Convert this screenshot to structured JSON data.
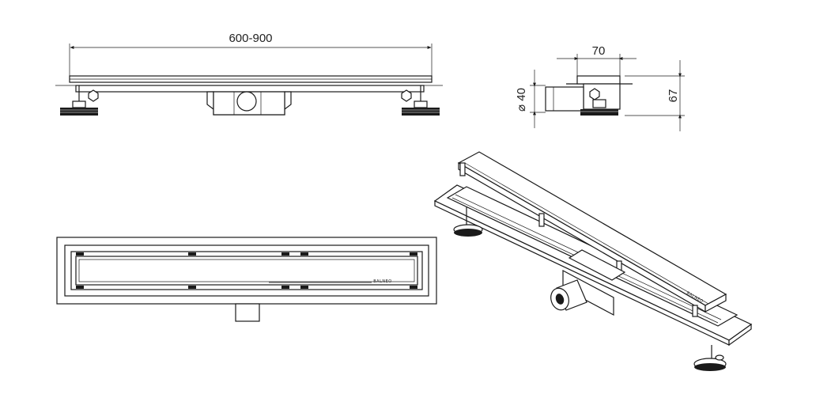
{
  "dimensions": {
    "length_range": "600-900",
    "width": "70",
    "height": "67",
    "outlet_diameter": "⌀ 40"
  },
  "brand_label": "BALNEO",
  "colors": {
    "line": "#1a1a1a",
    "background": "#ffffff"
  }
}
